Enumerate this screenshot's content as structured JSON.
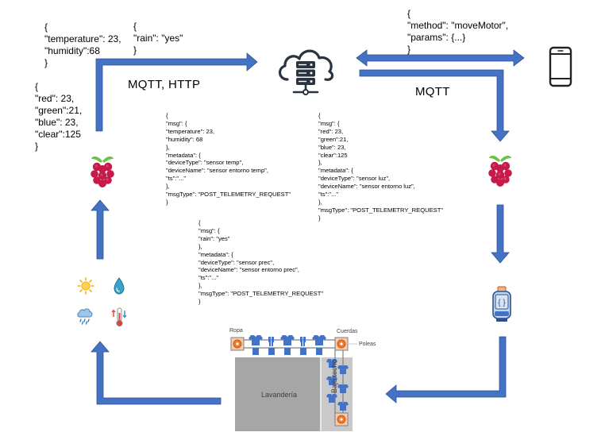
{
  "labels": {
    "mqtt_http": "MQTT, HTTP",
    "mqtt": "MQTT"
  },
  "json_blocks": {
    "temp_humidity": "{\n\"temperature\": 23,\n\"humidity\":68\n}",
    "rain": "{\n\"rain\": \"yes\"\n}",
    "color": "{\n\"red\": 23,\n\"green\":21,\n\"blue\": 23,\n\"clear\":125\n}",
    "method": "{\n\"method\": \"moveMotor\",\n\"params\": {...}\n}",
    "telemetry_temp": "{\n\"msg\": {\n\"temperature\": 23,\n\"humidity\": 68\n},\n\"metadata\": {\n\"deviceType\": \"sensor temp\",\n\"deviceName\": \"sensor entorno temp\",\n\"ts\":\"...\"\n},\n\"msgType\": \"POST_TELEMETRY_REQUEST\"\n}",
    "telemetry_light": "{\n\"msg\": {\n\"red\": 23,\n\"green\":21,\n\"blue\": 23,\n\"clear\":125\n},\n\"metadata\": {\n\"deviceType\": \"sensor luz\",\n\"deviceName\": \"sensor entorno luz\",\n\"ts\":\"...\"\n},\n\"msgType\": \"POST_TELEMETRY_REQUEST\"\n}",
    "telemetry_rain": "{\n\"msg\": {\n\"rain\": \"yes\"\n},\n\"metadata\": {\n\"deviceType\": \"sensor prec\",\n\"deviceName\": \"sensor entorno prec\",\n\"ts\":\"...\"\n},\n\"msgType\": \"POST_TELEMETRY_REQUEST\"\n}"
  },
  "laundry": {
    "ropa": "Ropa",
    "cuerdas": "Cuerdas",
    "poleas": "Poleas",
    "lavanderia": "Lavandería",
    "bajo_techo": "Bajo techo"
  },
  "icons": {
    "cloud": "cloud-server-icon",
    "phone": "smartphone-icon",
    "rpi": "raspberry-pi-icon",
    "motor": "motor-controller-icon",
    "sun": "sun-icon",
    "drop": "water-drop-icon",
    "rain": "rain-cloud-icon",
    "thermo": "thermometer-icon"
  },
  "colors": {
    "arrow_fill": "#4472c4",
    "arrow_stroke": "#2f528f",
    "raspberry": "#c51a4a",
    "leaf": "#6cc04a",
    "pulley": "#ed7d31",
    "clothes": "#4472c4"
  }
}
